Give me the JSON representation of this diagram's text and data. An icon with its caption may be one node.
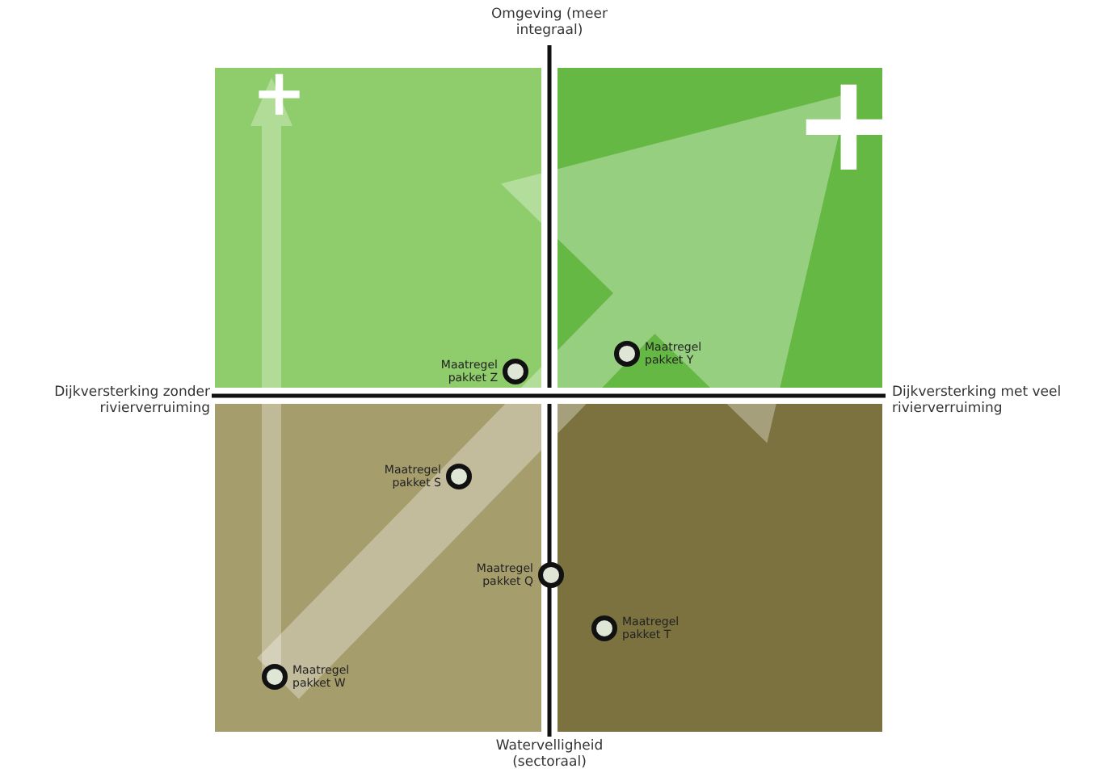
{
  "diagram": {
    "nodes": [
      {
        "text": [
          "Maatregel pakket Z"
        ]
      },
      {
        "text": [
          "Maatregel pakket Y"
        ]
      },
      {
        "text": [
          "Maatregel pakket S"
        ]
      },
      {
        "text": [
          "Maatregel pakket Q"
        ]
      },
      {
        "text": [
          "Maatregel pakket T"
        ]
      },
      {
        "text": [
          "Maatregel pakket W"
        ]
      }
    ],
    "labels": [
      "Omgeving (meer integraal)",
      "+",
      "+",
      "Dijkversterking zonder rivierverruiming",
      "Dijkversterking met veel rivierverruiming",
      "Watervelligheid (sectoraal)"
    ]
  }
}
